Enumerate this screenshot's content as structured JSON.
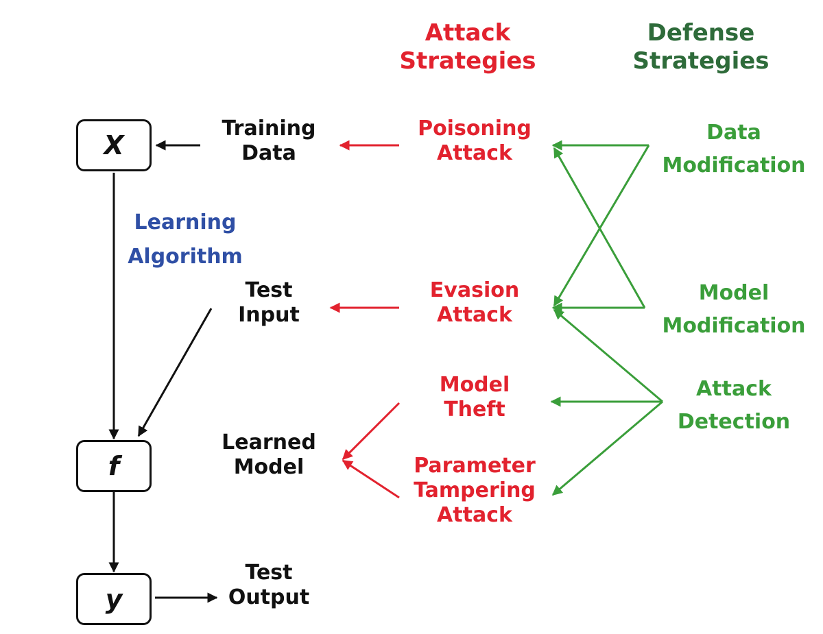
{
  "colors": {
    "black": "#111111",
    "attack": "#e2222e",
    "defense": "#3a9e3a",
    "defense_header": "#2e6b3a",
    "algorithm": "#2f4fa5"
  },
  "headers": {
    "attack": [
      "Attack",
      "Strategies"
    ],
    "defense": [
      "Defense",
      "Strategies"
    ]
  },
  "boxes": {
    "x": "X",
    "f": "f",
    "y": "y"
  },
  "pipeline": {
    "training_data": [
      "Training",
      "Data"
    ],
    "learning_algorithm": [
      "Learning",
      "Algorithm"
    ],
    "test_input": [
      "Test",
      "Input"
    ],
    "learned_model": [
      "Learned",
      "Model"
    ],
    "test_output": [
      "Test",
      "Output"
    ]
  },
  "attacks": {
    "poisoning": [
      "Poisoning",
      "Attack"
    ],
    "evasion": [
      "Evasion",
      "Attack"
    ],
    "model_theft": [
      "Model",
      "Theft"
    ],
    "parameter_tampering": [
      "Parameter",
      "Tampering",
      "Attack"
    ]
  },
  "defenses": {
    "data_modification": [
      "Data",
      "Modification"
    ],
    "model_modification": [
      "Model",
      "Modification"
    ],
    "attack_detection": [
      "Attack",
      "Detection"
    ]
  }
}
